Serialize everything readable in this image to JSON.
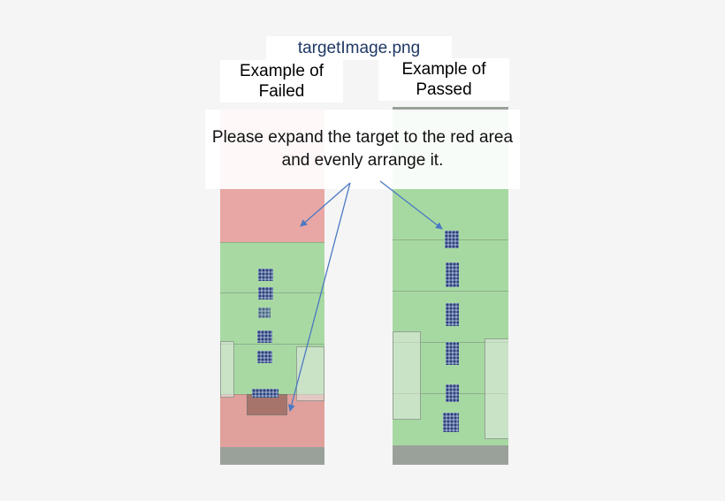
{
  "title": "targetImage.png",
  "labels": {
    "failed": "Example of Failed",
    "passed": "Example of Passed"
  },
  "instruction": "Please expand the target to the red area and evenly arrange it.",
  "colors": {
    "red_area": "#e8a7a4",
    "green_area": "#a6d9a1",
    "arrow": "#4a78c2",
    "title_text": "#1f3864"
  },
  "icons": [
    "arrow-icon",
    "checkerboard-target-icon"
  ]
}
